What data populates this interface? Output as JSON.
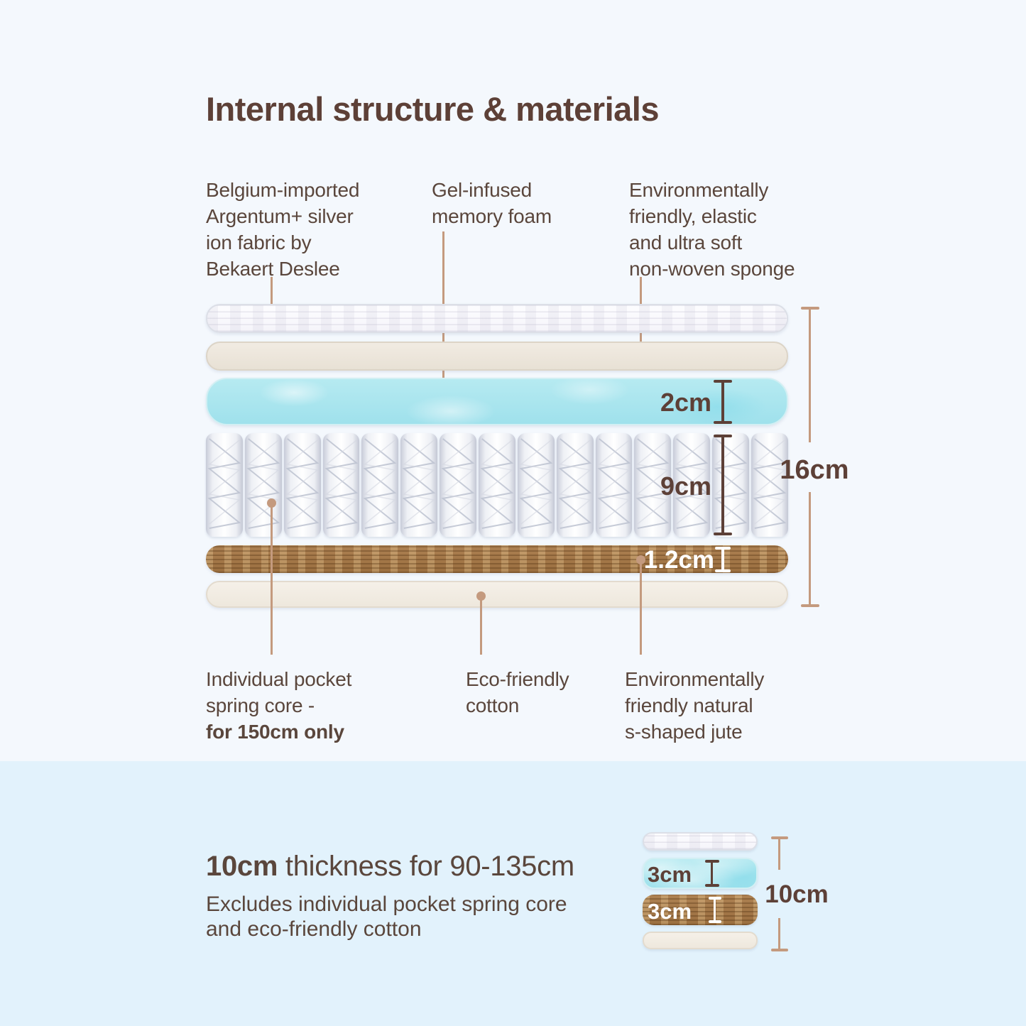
{
  "title": "Internal structure & materials",
  "top_labels": [
    {
      "id": "fabric",
      "text": "Belgium-imported\nArgentum+ silver\nion fabric by\nBekaert Deslee"
    },
    {
      "id": "memory_foam",
      "text": "Gel-infused\nmemory foam"
    },
    {
      "id": "sponge",
      "text": "Environmentally\nfriendly, elastic\nand ultra soft\nnon-woven sponge"
    }
  ],
  "bottom_labels": [
    {
      "id": "spring_core",
      "text": "Individual pocket\nspring core -",
      "bold_text": "for 150cm only"
    },
    {
      "id": "cotton",
      "text": "Eco-friendly\ncotton"
    },
    {
      "id": "jute",
      "text": "Environmentally\nfriendly natural\ns-shaped jute"
    }
  ],
  "dimensions": {
    "gel_layer": "2cm",
    "spring_layer": "9cm",
    "jute_layer": "1.2cm",
    "total": "16cm"
  },
  "small_diagram_dimensions": {
    "gel_layer": "3cm",
    "jute_layer": "3cm",
    "total": "10cm"
  },
  "footer": {
    "heading_bold": "10cm",
    "heading_rest": " thickness for 90-135cm",
    "subtext": "Excludes individual pocket spring core\nand eco-friendly cotton"
  },
  "spring_count": 15,
  "colors": {
    "text_dark_brown": "#5D4037",
    "leader_tan": "#C49A7E",
    "background_top": "#F4F8FD",
    "background_bottom": "#E2F2FC",
    "gel_blue": "#ABE6EF",
    "jute_brown": "#A87C4F"
  }
}
